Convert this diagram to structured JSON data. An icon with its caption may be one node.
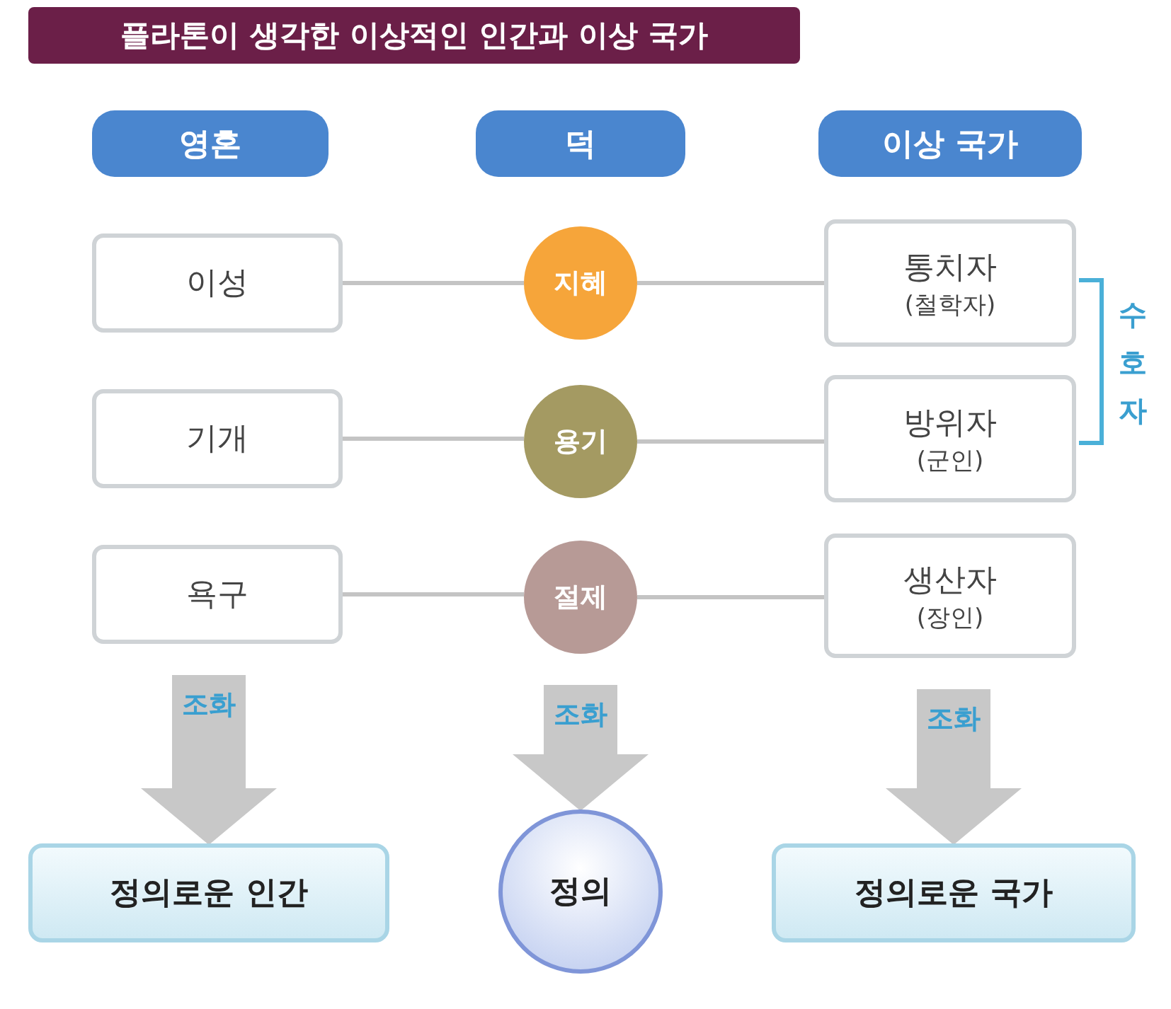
{
  "diagram": {
    "title": "플라톤이 생각한 이상적인 인간과 이상 국가",
    "nodes": [
      {
        "text": [
          "영혼"
        ]
      },
      {
        "text": [
          "덕"
        ]
      },
      {
        "text": [
          "이상 국가"
        ]
      },
      {
        "text": [
          "이성"
        ]
      },
      {
        "text": [
          "지혜"
        ]
      },
      {
        "text": [
          "통치자",
          "(철학자)"
        ]
      },
      {
        "text": [
          "기개"
        ]
      },
      {
        "text": [
          "용기"
        ]
      },
      {
        "text": [
          "방위자",
          "(군인)"
        ]
      },
      {
        "text": [
          "욕구"
        ]
      },
      {
        "text": [
          "절제"
        ]
      },
      {
        "text": [
          "생산자",
          "(장인)"
        ]
      },
      {
        "text": [
          "정의로운 인간"
        ]
      },
      {
        "text": [
          "정의"
        ]
      },
      {
        "text": [
          "정의로운 국가"
        ]
      }
    ],
    "edges": [
      {
        "from": 3,
        "to": 4,
        "arrow": "none"
      },
      {
        "from": 4,
        "to": 5,
        "arrow": "none"
      },
      {
        "from": 6,
        "to": 7,
        "arrow": "none"
      },
      {
        "from": 7,
        "to": 8,
        "arrow": "none"
      },
      {
        "from": 9,
        "to": 10,
        "arrow": "none"
      },
      {
        "from": 10,
        "to": 11,
        "arrow": "none"
      },
      {
        "from": 9,
        "to": 12,
        "arrow": "to",
        "label": "조화",
        "style": "thick"
      },
      {
        "from": 10,
        "to": 13,
        "arrow": "to",
        "label": "조화",
        "style": "thick"
      },
      {
        "from": 11,
        "to": 14,
        "arrow": "to",
        "label": "조화",
        "style": "thick"
      }
    ],
    "labels": [
      "수호자"
    ]
  }
}
